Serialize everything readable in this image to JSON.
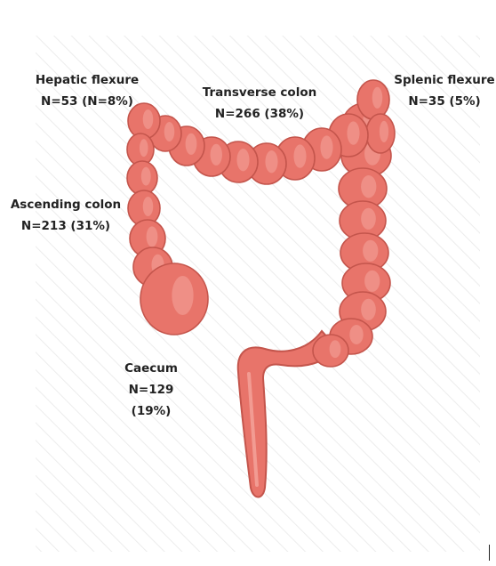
{
  "diagram": {
    "colors": {
      "colon_fill": "#e8746a",
      "colon_stroke": "#c4554c",
      "colon_highlight": "#f4a59c",
      "hatch": "#ececec",
      "text": "#222222"
    },
    "segments": [
      {
        "id": "hepatic-flexure",
        "line1": "Hepatic flexure",
        "line2": "N=53 (N=8%)",
        "line3": ""
      },
      {
        "id": "transverse-colon",
        "line1": "Transverse colon",
        "line2": "N=266 (38%)",
        "line3": ""
      },
      {
        "id": "splenic-flexure",
        "line1": "Splenic flexure",
        "line2": "N=35 (5%)",
        "line3": ""
      },
      {
        "id": "ascending-colon",
        "line1": "Ascending colon",
        "line2": "N=213 (31%)",
        "line3": ""
      },
      {
        "id": "caecum",
        "line1": "Caecum",
        "line2": "N=129",
        "line3": "(19%)"
      }
    ]
  }
}
